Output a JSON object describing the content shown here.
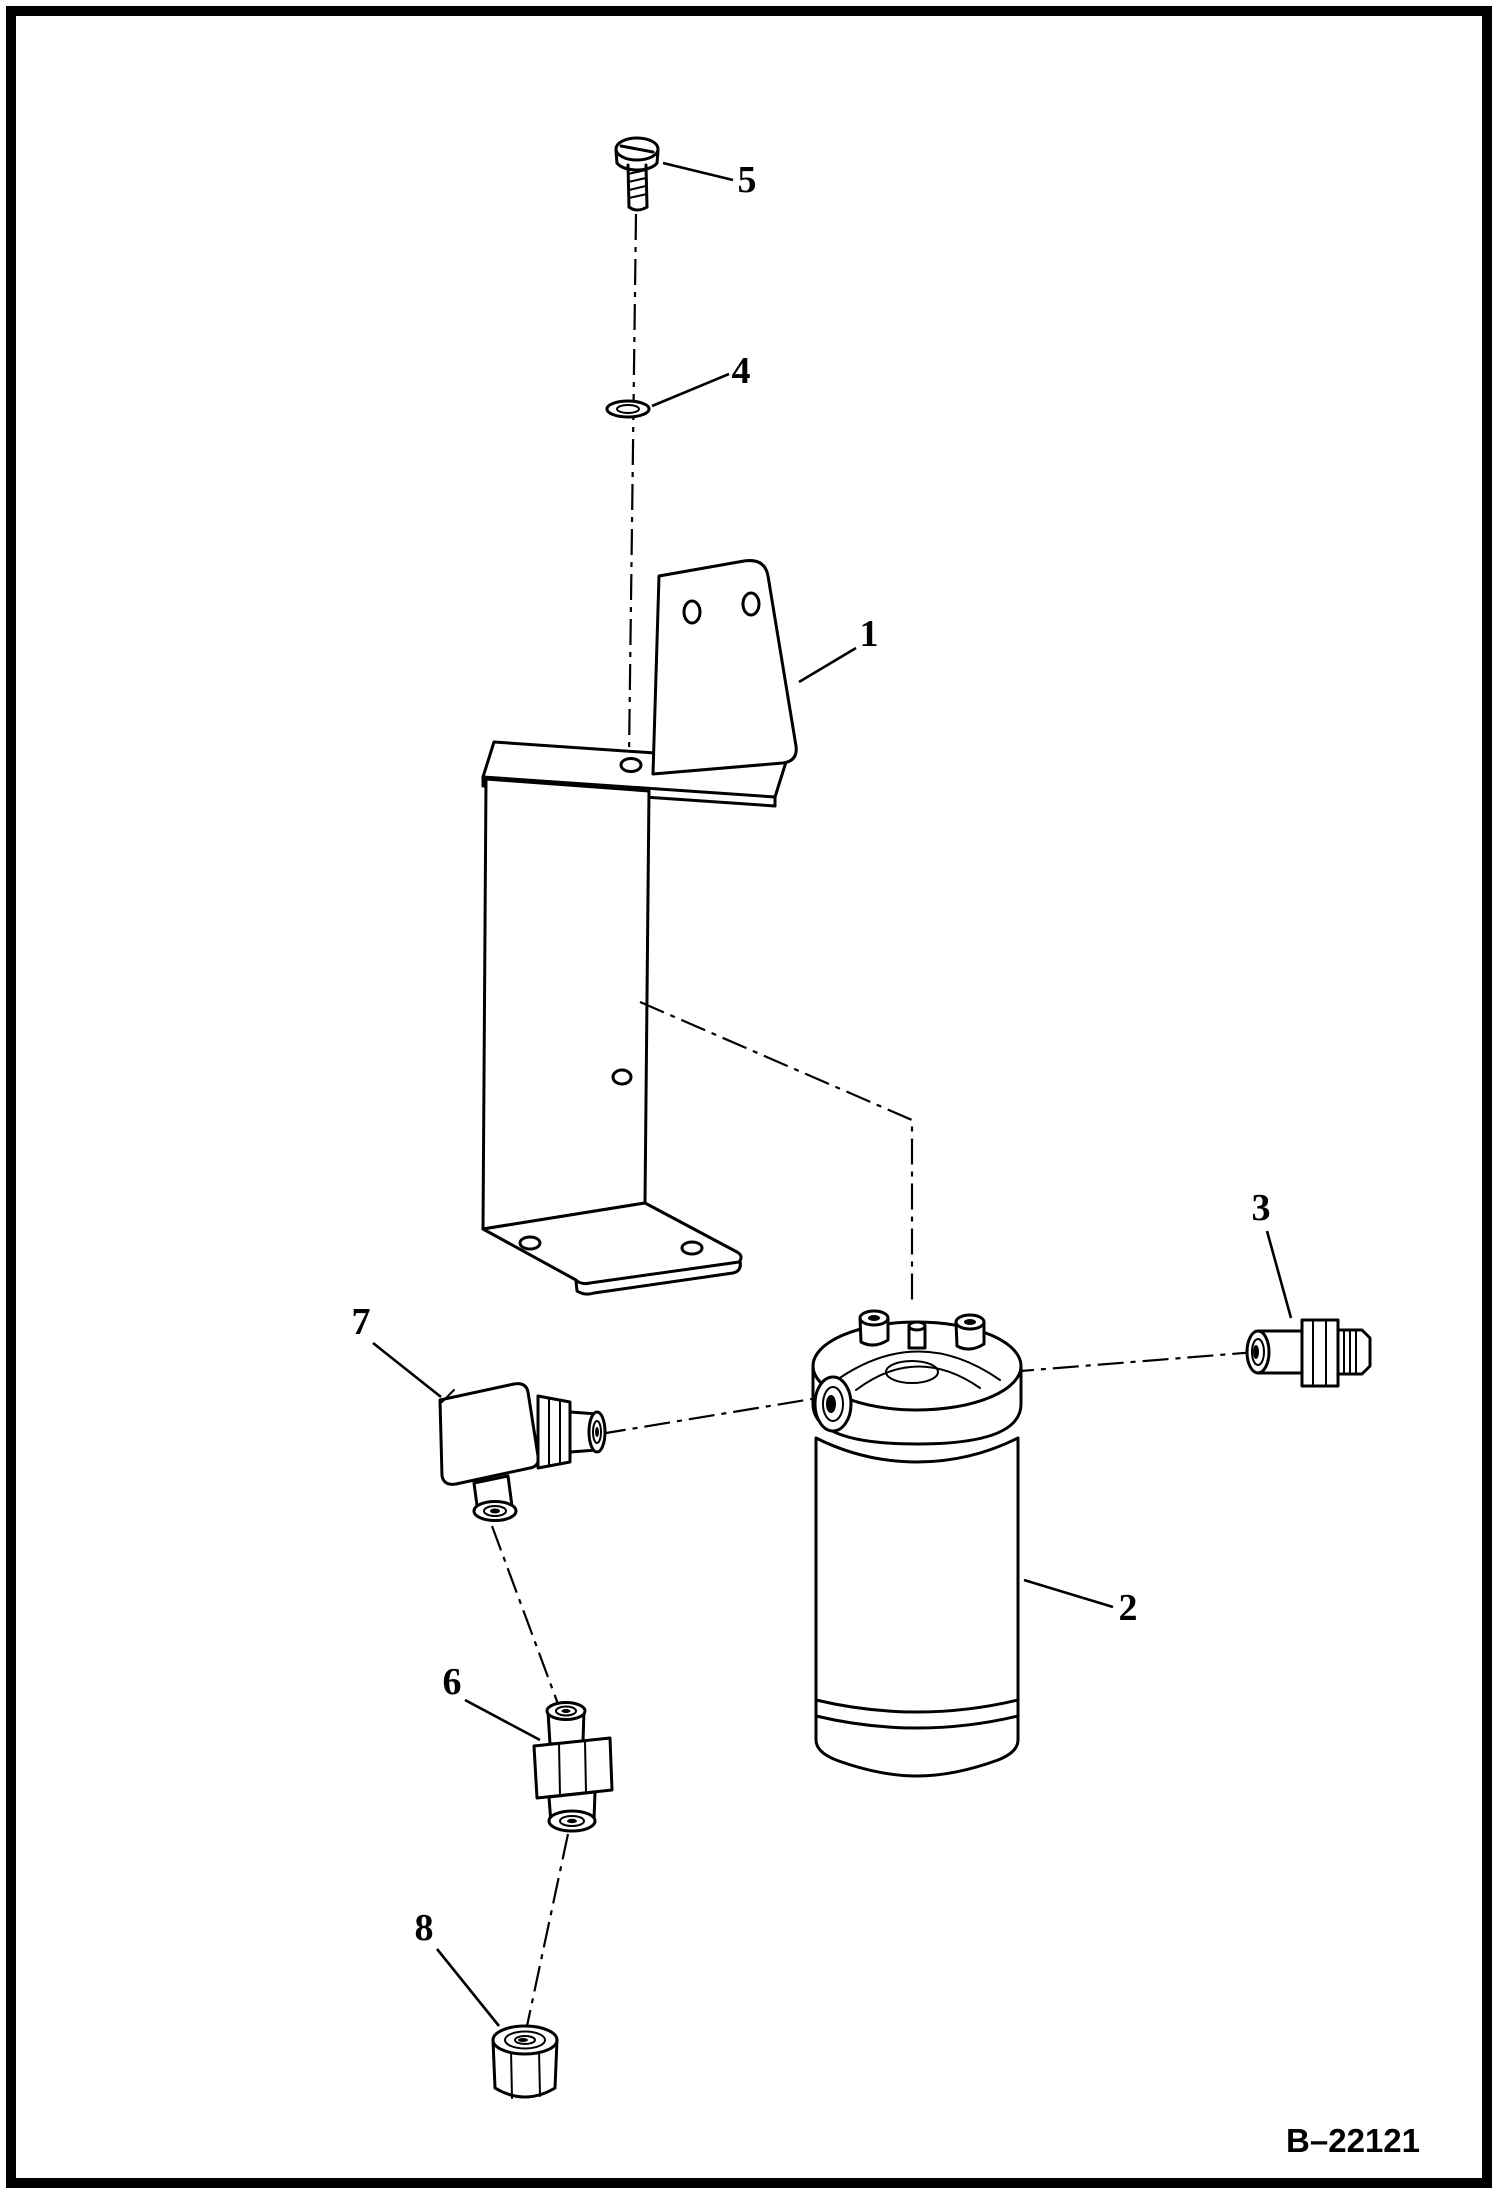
{
  "page": {
    "colors": {
      "line": "#000000",
      "background": "#ffffff"
    }
  },
  "diagram": {
    "drawing_number": "B–22121",
    "callouts": [
      {
        "label": "1"
      },
      {
        "label": "2"
      },
      {
        "label": "3"
      },
      {
        "label": "4"
      },
      {
        "label": "5"
      },
      {
        "label": "6"
      },
      {
        "label": "7"
      },
      {
        "label": "8"
      }
    ]
  }
}
